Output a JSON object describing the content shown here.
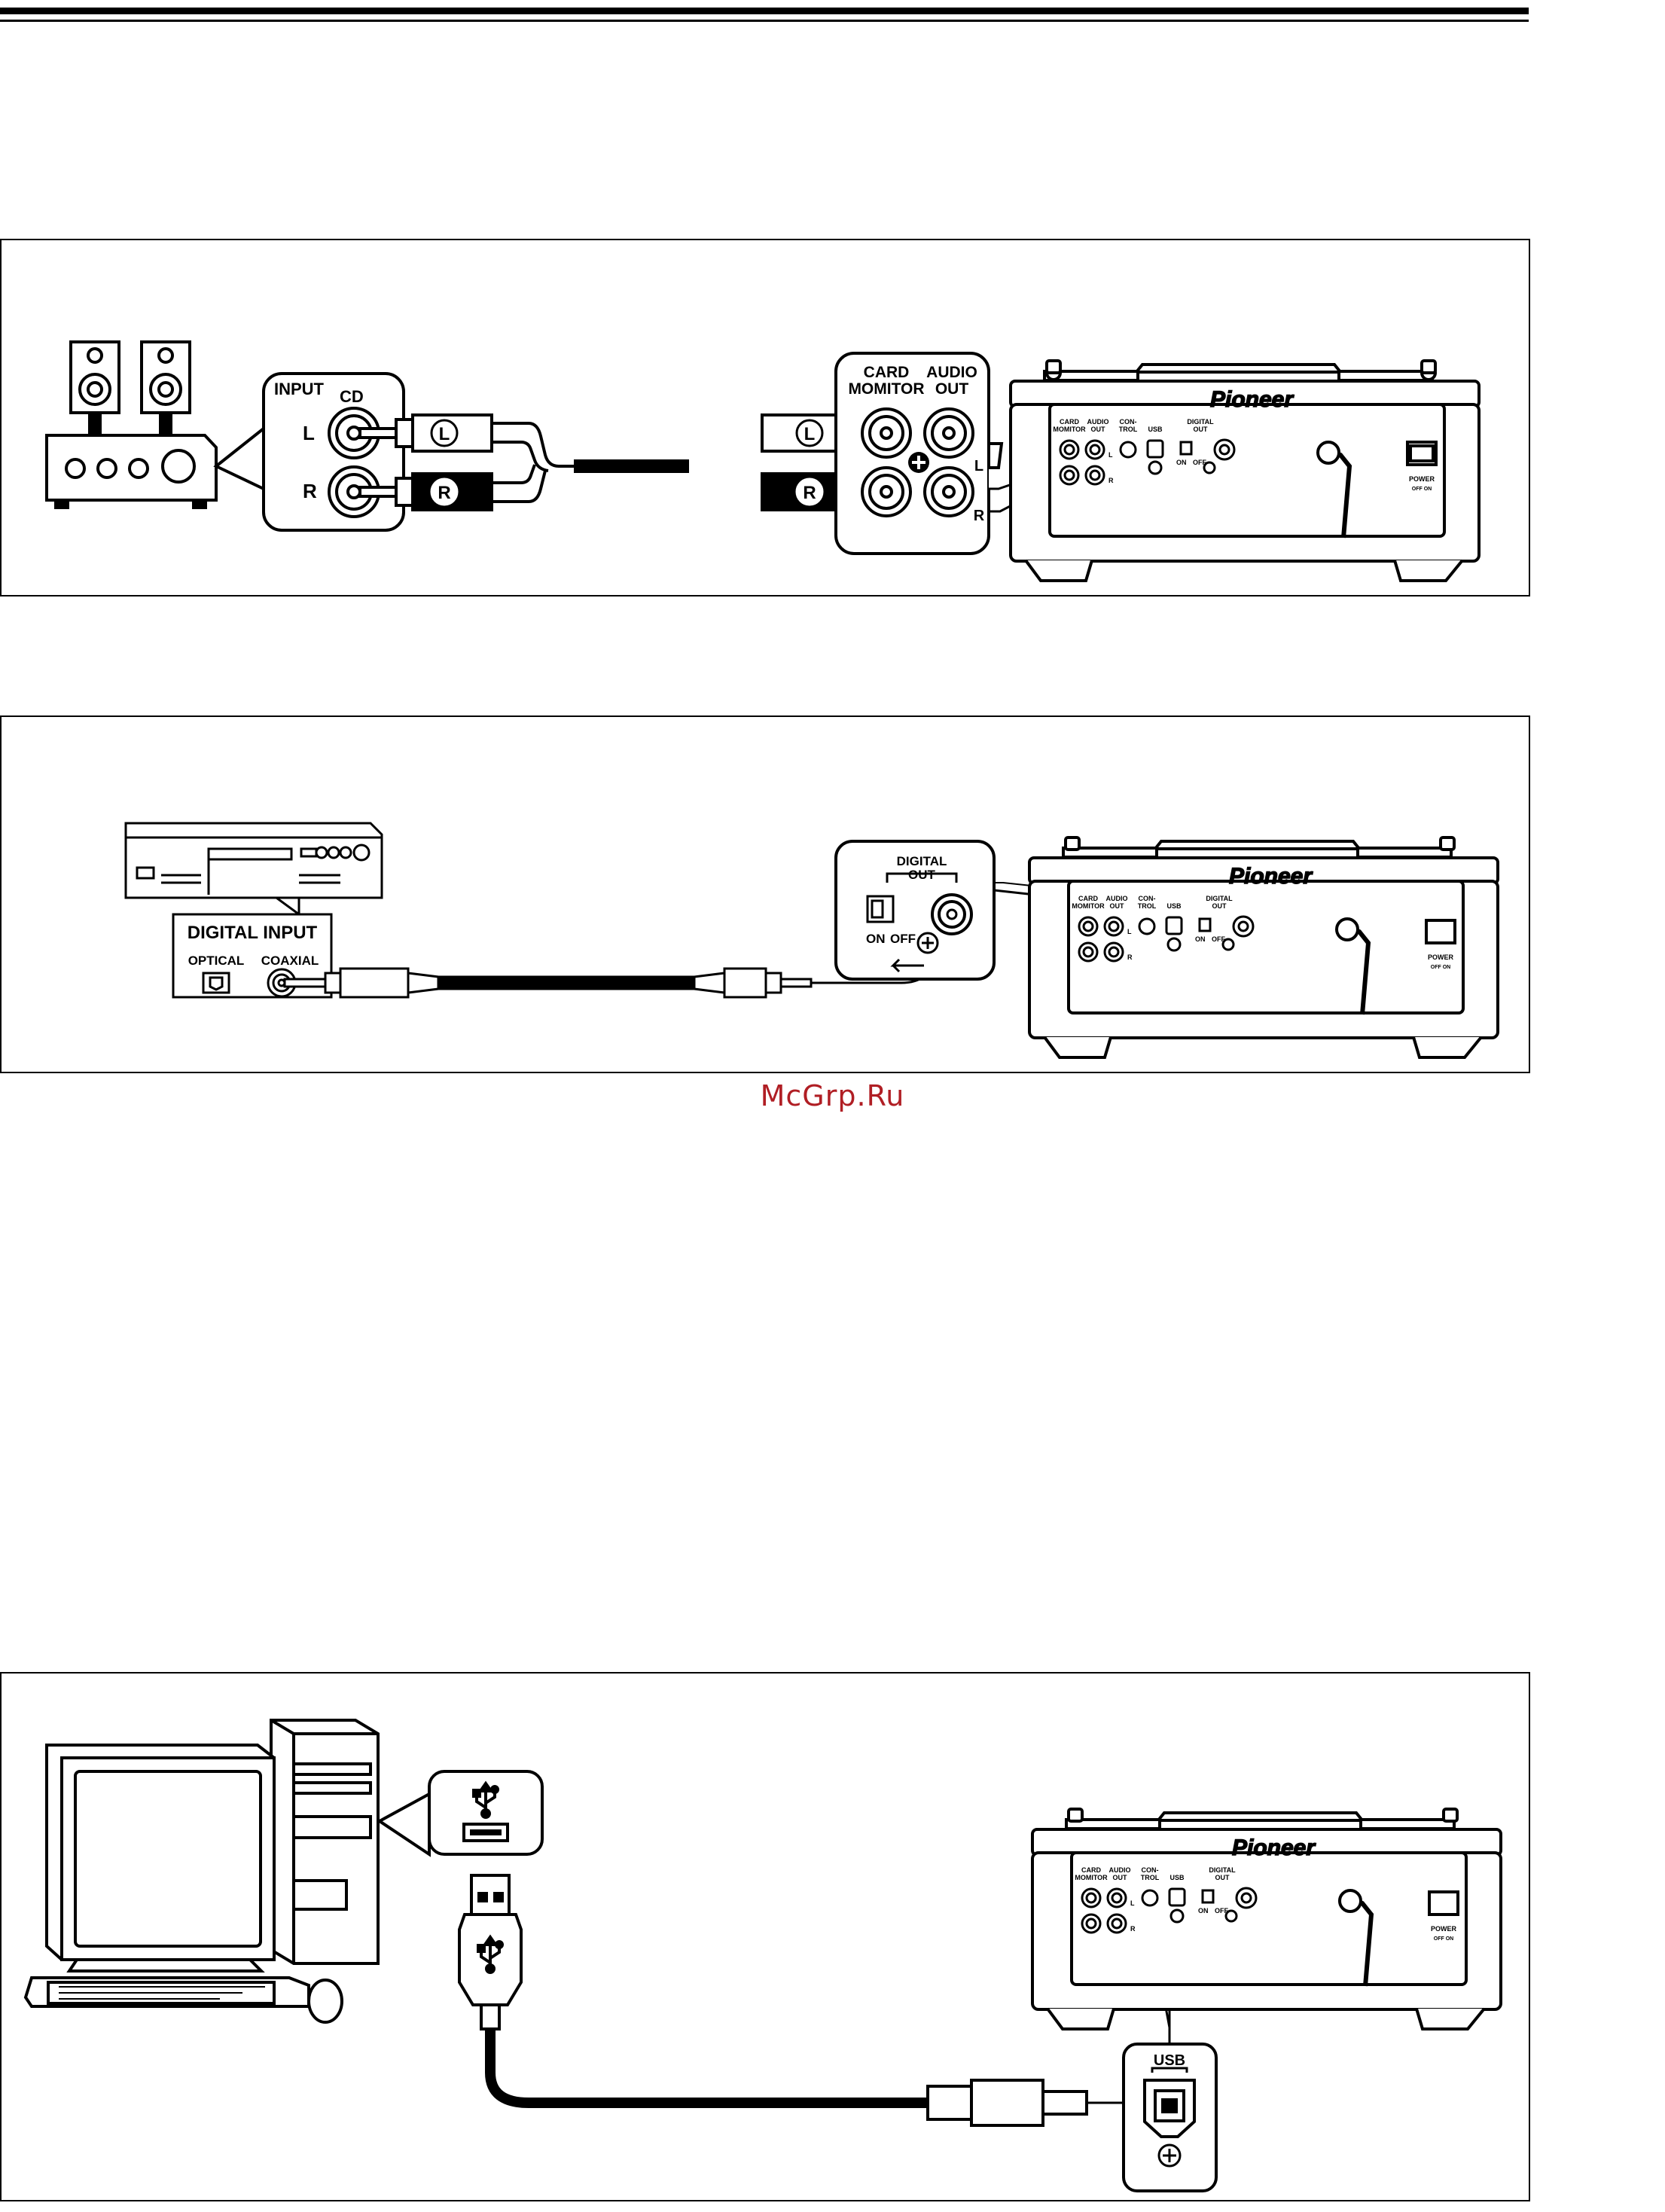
{
  "page": {
    "watermark": "McGrp.Ru"
  },
  "panel1": {
    "amp_callout": {
      "input_label": "INPUT",
      "cd_label": "CD",
      "l": "L",
      "r": "R"
    },
    "plug_l": "L",
    "plug_r": "R",
    "player_callout": {
      "card_monitor": "CARD",
      "card_monitor2": "MOMITOR",
      "audio_out": "AUDIO",
      "audio_out2": "OUT",
      "l": "L",
      "r": "R"
    }
  },
  "panel2": {
    "digital_input": {
      "title": "DIGITAL INPUT",
      "optical": "OPTICAL",
      "coaxial": "COAXIAL"
    },
    "digital_out_callout": {
      "title1": "DIGITAL",
      "title2": "OUT",
      "on": "ON",
      "off": "OFF"
    }
  },
  "panel3": {
    "usb_callout_label": "USB"
  },
  "player_rear": {
    "brand": "Pioneer",
    "card_monitor": "CARD",
    "card_monitor2": "MOMITOR",
    "audio_out": "AUDIO",
    "audio_out2": "OUT",
    "control": "CON-",
    "control2": "TROL",
    "usb": "USB",
    "digital_out": "DIGITAL",
    "digital_out2": "OUT",
    "on": "ON",
    "off": "OFF",
    "l": "L",
    "r": "R",
    "power": "POWER",
    "power_states": "OFF ON"
  },
  "colors": {
    "ink": "#000000",
    "paper": "#ffffff",
    "watermark": "#b01e24"
  },
  "icons": [
    "speaker-icon",
    "amplifier-icon",
    "rca-jack-icon",
    "rca-plug-icon",
    "cd-player-icon",
    "md-deck-icon",
    "optical-jack-icon",
    "coaxial-jack-icon",
    "computer-icon",
    "usb-symbol-icon",
    "usb-a-plug-icon",
    "usb-b-port-icon"
  ]
}
